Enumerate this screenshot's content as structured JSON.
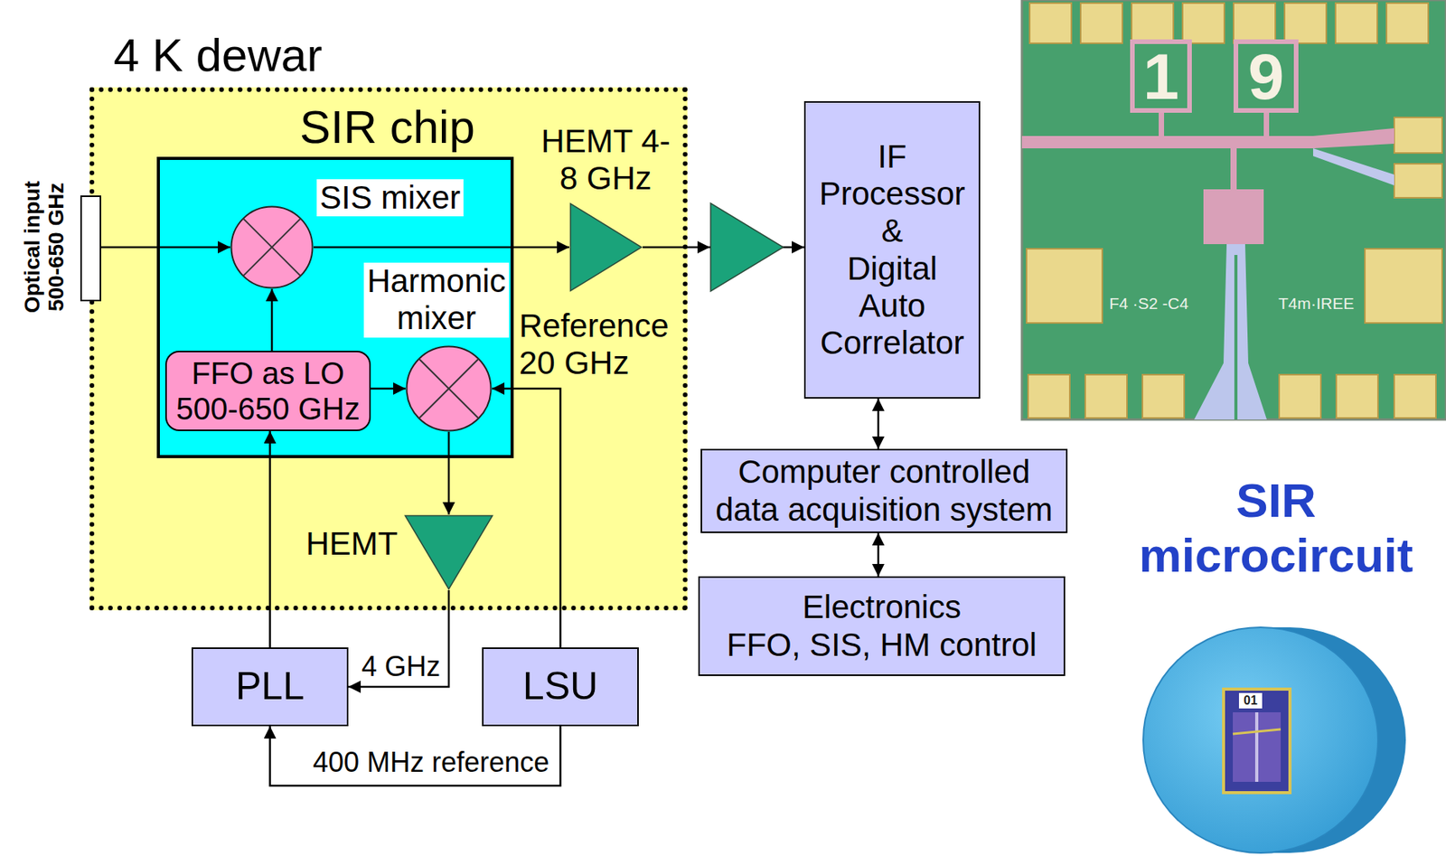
{
  "diagram": {
    "nodes": [
      {
        "text": [
          "4 K dewar"
        ]
      },
      {
        "text": [
          "Optical input 500-650 GHz"
        ]
      },
      {
        "text": [
          "SIR chip"
        ],
        "in": 0
      },
      {
        "text": [
          "SIS mixer"
        ],
        "in": 2
      },
      {
        "text": [
          "Harmonic mixer"
        ],
        "in": 2
      },
      {
        "text": [
          "FFO as LO 500-650 GHz"
        ],
        "in": 2
      },
      {
        "text": [
          "HEMT 4-8 GHz"
        ],
        "in": 0
      },
      {
        "text": [
          "HEMT"
        ],
        "in": 0
      },
      {
        "text": [
          "IF Processor & Digital Auto Correlator"
        ]
      },
      {
        "text": [
          "Computer controlled data acquisition system"
        ]
      },
      {
        "text": [
          "Electronics",
          "FFO, SIS, HM control"
        ]
      },
      {
        "text": [
          "PLL"
        ]
      },
      {
        "text": [
          "LSU"
        ]
      }
    ],
    "edges": [
      {
        "from": 1,
        "to": 3,
        "arrow": "to"
      },
      {
        "from": 3,
        "to": 6,
        "arrow": "to"
      },
      {
        "from": 6,
        "to": 8,
        "arrow": "to"
      },
      {
        "from": 5,
        "to": 3,
        "arrow": "to"
      },
      {
        "from": 5,
        "to": 4,
        "arrow": "to"
      },
      {
        "from": 12,
        "to": 4,
        "label": "Reference 20 GHz",
        "arrow": "to"
      },
      {
        "from": 4,
        "to": 7,
        "arrow": "to"
      },
      {
        "from": 7,
        "to": 11,
        "label": "4 GHz",
        "arrow": "to"
      },
      {
        "from": 11,
        "to": 5,
        "arrow": "to"
      },
      {
        "from": 12,
        "to": 11,
        "label": "400 MHz reference",
        "arrow": "to"
      },
      {
        "from": 8,
        "to": 9,
        "arrow": "both"
      },
      {
        "from": 9,
        "to": 10,
        "arrow": "both"
      }
    ],
    "labels": [
      "1",
      "9",
      "F4 ·S2 -C4",
      "T4m·IREE",
      "SIR microcircuit",
      "01"
    ]
  }
}
